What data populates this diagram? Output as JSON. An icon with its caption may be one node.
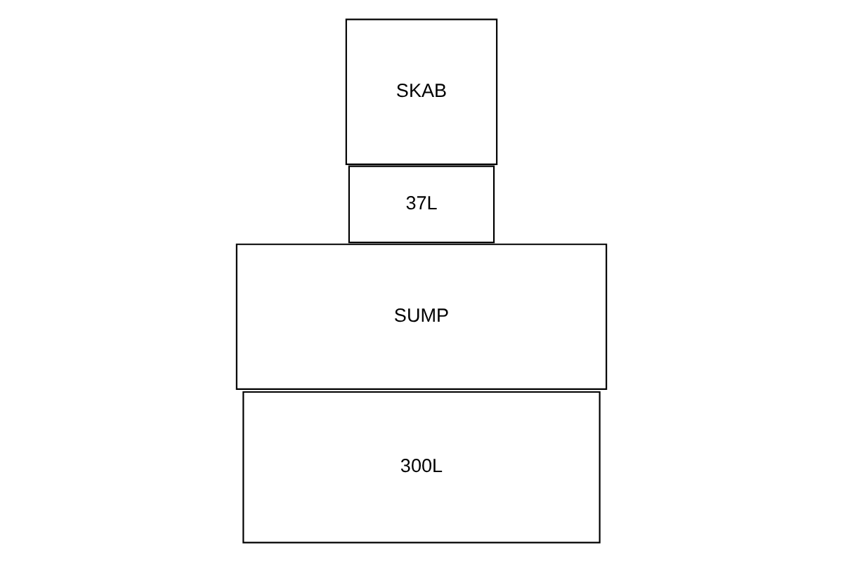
{
  "diagram": {
    "nodes": [
      {
        "text": [
          "300L"
        ]
      },
      {
        "text": [
          "SUMP"
        ]
      },
      {
        "text": [
          "37L"
        ]
      },
      {
        "text": [
          "SKAB"
        ]
      }
    ]
  }
}
